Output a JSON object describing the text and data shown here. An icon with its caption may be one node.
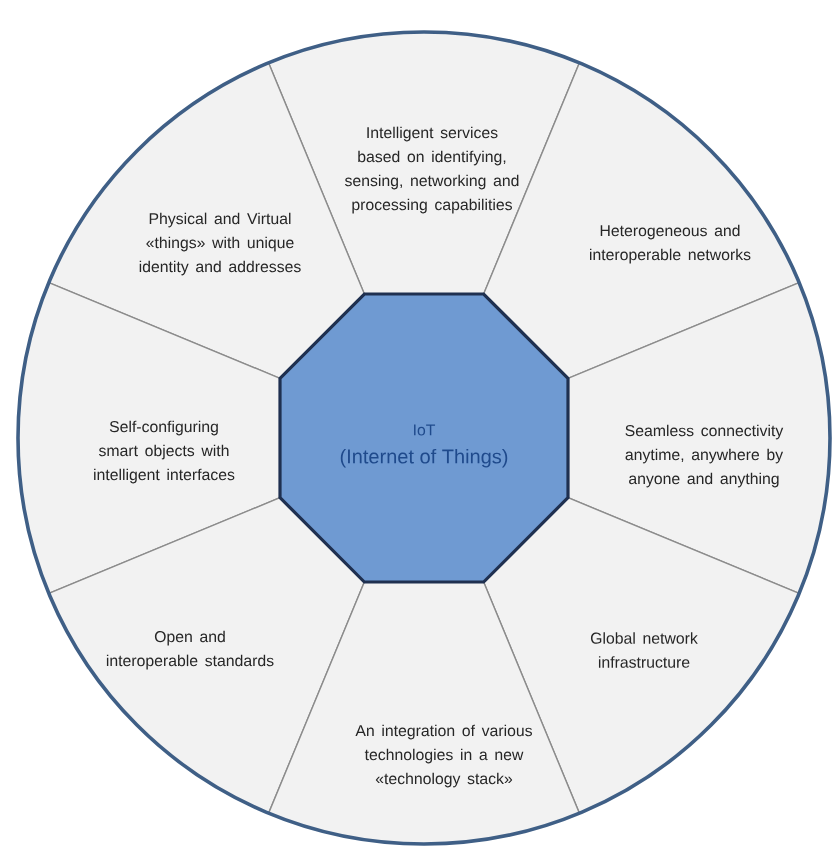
{
  "diagram": {
    "nodes": [
      {
        "text": [
          "IoT",
          "(Internet of Things)"
        ]
      },
      {
        "text": [
          "Intelligent services based on identifying, sensing, networking and processing capabilities"
        ]
      },
      {
        "text": [
          "Physical and Virtual «things» with unique identity and addresses"
        ]
      },
      {
        "text": [
          "Heterogeneous and interoperable networks"
        ]
      },
      {
        "text": [
          "Self-configuring smart objects with intelligent interfaces"
        ]
      },
      {
        "text": [
          "Seamless connectivity anytime, anywhere by anyone and anything"
        ]
      },
      {
        "text": [
          "Open and interoperable standards"
        ]
      },
      {
        "text": [
          "Global network infrastructure"
        ]
      },
      {
        "text": [
          "An integration of various technologies in a new «technology stack»"
        ]
      }
    ]
  }
}
